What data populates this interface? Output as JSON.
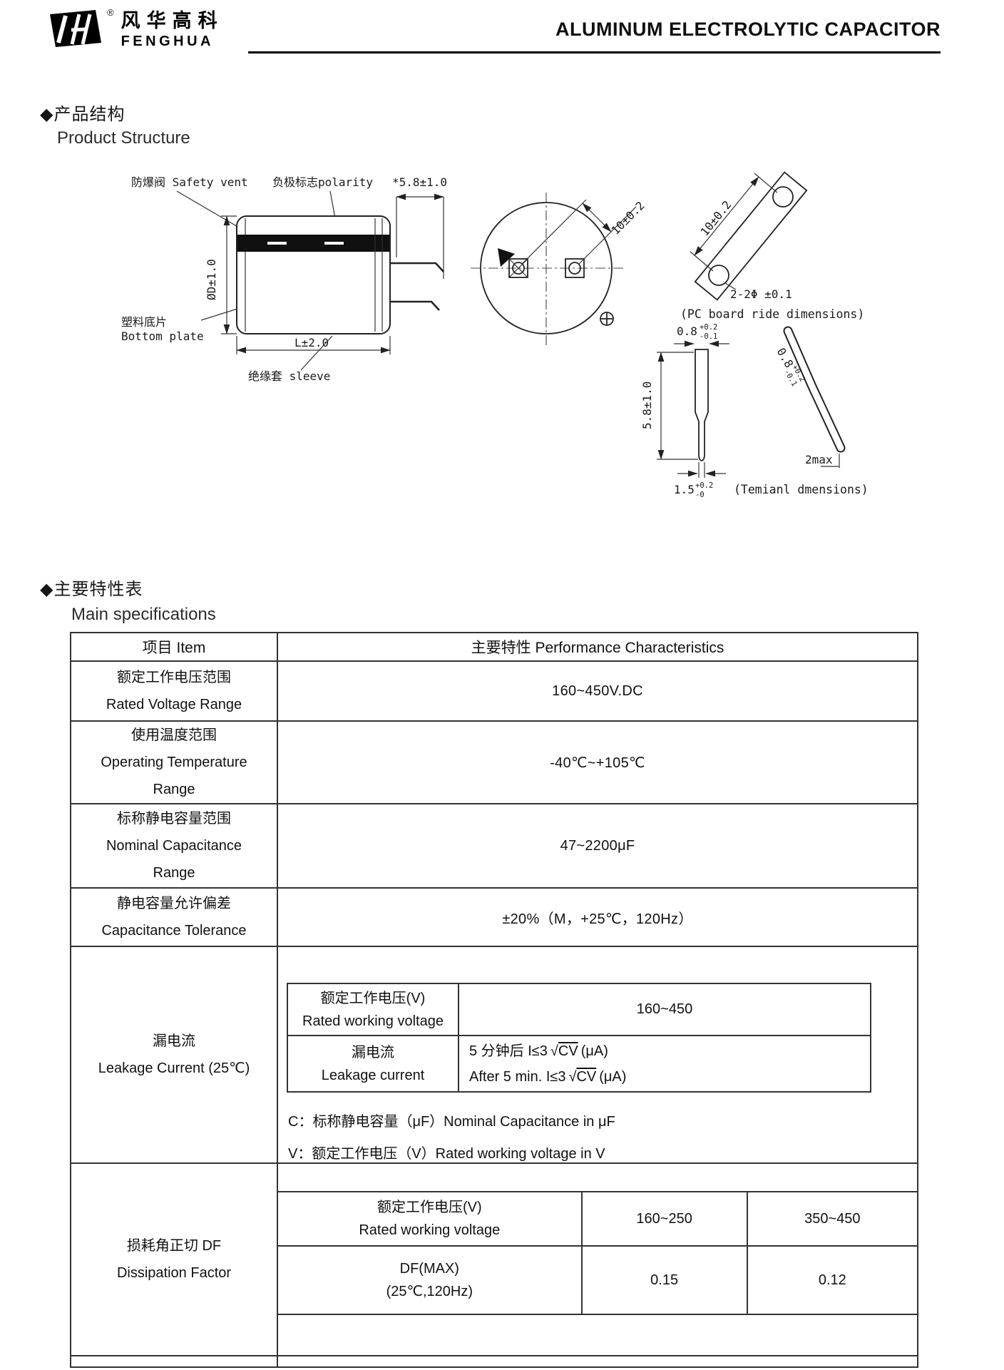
{
  "header": {
    "brand_cn": "风华高科",
    "brand_en": "FENGHUA",
    "registered_mark": "®",
    "title": "ALUMINUM ELECTROLYTIC CAPACITOR"
  },
  "product_structure": {
    "heading_cn": "◆产品结构",
    "heading_en": "Product Structure",
    "side_view": {
      "safety_vent_label": "防爆阀 Safety vent",
      "polarity_label": "负极标志polarity",
      "lead_length_dim": "*5.8±1.0",
      "diameter_dim": "ØD±1.0",
      "bottom_plate_cn": "塑料底片",
      "bottom_plate_en": "Bottom plate",
      "length_dim": "L±2.0",
      "sleeve_label": "绝缘套  sleeve"
    },
    "bottom_view": {
      "lead_spacing_dim": "10±0.2"
    },
    "pc_board_view": {
      "pitch_dim": "10±0.2",
      "hole_dim": "2-2Φ ±0.1",
      "caption": "(PC board ride dimensions)"
    },
    "terminal_view": {
      "width_value": "0.8",
      "width_tol_plus": "+0.2",
      "width_tol_minus": "-0.1",
      "length_dim": "5.8±1.0",
      "thickness_value": "1.5",
      "thickness_tol_plus": "+0.2",
      "thickness_tol_minus": "-0",
      "bend_width_value": "0.8",
      "bend_width_tol_plus": "+0.2",
      "bend_width_tol_minus": "-0.1",
      "bend_max": "2max",
      "caption": "(Temianl dmensions)"
    }
  },
  "specifications": {
    "heading_cn": "◆主要特性表",
    "heading_en": "Main specifications",
    "columns": {
      "item": "项目 Item",
      "performance": "主要特性 Performance Characteristics"
    },
    "rows": [
      {
        "item_cn": "额定工作电压范围",
        "item_en": "Rated Voltage Range",
        "value": "160~450V.DC"
      },
      {
        "item_cn": "使用温度范围",
        "item_en": "Operating Temperature",
        "item_en2": "Range",
        "value": "-40℃~+105℃"
      },
      {
        "item_cn": "标称静电容量范围",
        "item_en": "Nominal Capacitance",
        "item_en2": "Range",
        "value": "47~2200μF"
      },
      {
        "item_cn": "静电容量允许偏差",
        "item_en": "Capacitance Tolerance",
        "value": "±20%（M，+25℃，120Hz）"
      }
    ],
    "leakage": {
      "item_cn": "漏电流",
      "item_en": "Leakage Current (25℃)",
      "voltage_label_cn": "额定工作电压(V)",
      "voltage_label_en": "Rated working voltage",
      "voltage_value": "160~450",
      "current_label_cn": "漏电流",
      "current_label_en": "Leakage current",
      "formula_cn_prefix": "5 分钟后 I≤3",
      "formula_en_prefix": "After 5 min. I≤3",
      "radical": "√",
      "radicand": "CV",
      "unit": "(μA)",
      "note_c": "C：标称静电容量（μF）Nominal Capacitance in μF",
      "note_v": "V：额定工作电压（V）Rated working voltage in V"
    },
    "dissipation": {
      "item_cn": "损耗角正切 DF",
      "item_en": "Dissipation Factor",
      "voltage_label_cn": "额定工作电压(V)",
      "voltage_label_en": "Rated working voltage",
      "range_low": "160~250",
      "range_high": "350~450",
      "df_label": "DF(MAX)",
      "df_cond": "(25℃,120Hz)",
      "df_low": "0.15",
      "df_high": "0.12"
    }
  }
}
